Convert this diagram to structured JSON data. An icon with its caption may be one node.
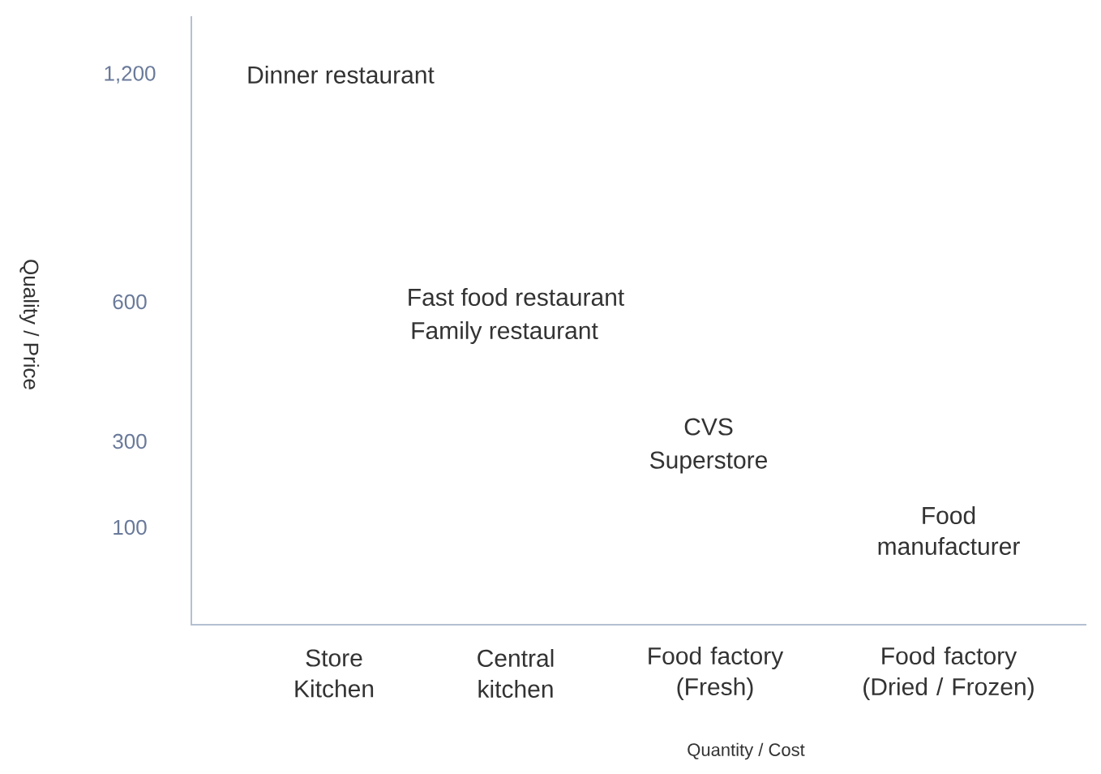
{
  "diagram": {
    "labels": [
      "1,200",
      "Dinner restaurant",
      "Quality / Price",
      "600",
      "Fast food restaurant",
      "Family restaurant",
      "300",
      "CVS",
      "Superstore",
      "100",
      "Food manufacturer",
      "Store Kitchen",
      "Central kitchen",
      "Food factory (Fresh)",
      "Food factory (Dried / Frozen)",
      "Quantity / Cost"
    ]
  }
}
